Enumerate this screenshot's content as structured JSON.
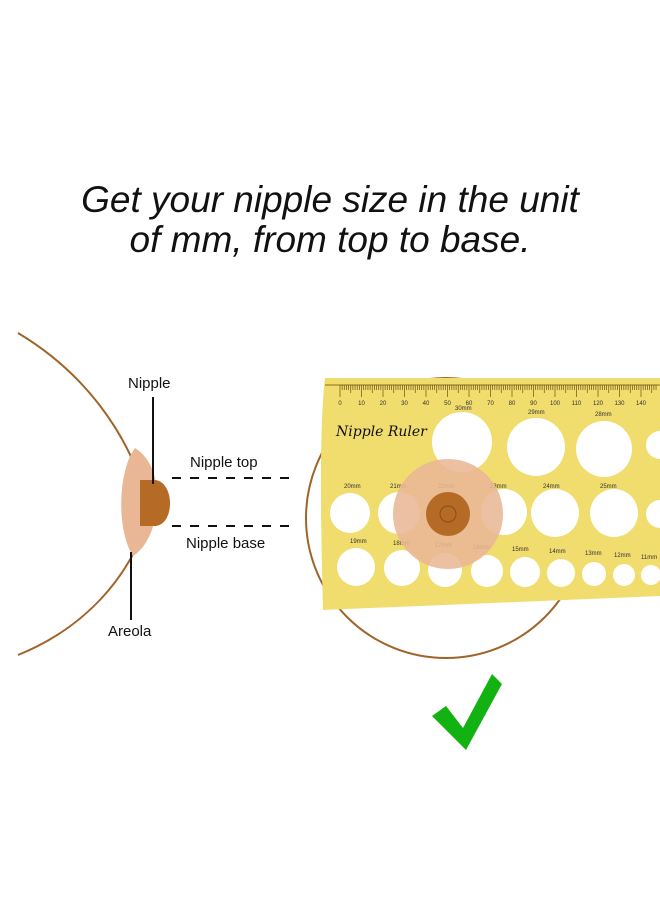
{
  "headline": {
    "line1": "Get your nipple size in the unit",
    "line2": "of mm, from top to base."
  },
  "labels": {
    "nipple": "Nipple",
    "areola": "Areola",
    "nipple_top": "Nipple top",
    "nipple_base": "Nipple base"
  },
  "ruler": {
    "title": "Nipple Ruler",
    "scale_ticks": [
      "0",
      "10",
      "20",
      "30",
      "40",
      "50",
      "60",
      "70",
      "80",
      "90",
      "100",
      "110",
      "120",
      "130",
      "140"
    ],
    "hole_labels": [
      "30mm",
      "29mm",
      "28mm",
      "20mm",
      "21mm",
      "22mm",
      "23mm",
      "24mm",
      "25mm",
      "19mm",
      "18mm",
      "17mm",
      "16mm",
      "15mm",
      "14mm",
      "13mm",
      "12mm",
      "11mm"
    ]
  },
  "icons": {
    "confirm": "checkmark-icon"
  },
  "colors": {
    "ruler": "#f1dc6e",
    "outline": "#a0642a",
    "areola": "#e9b796",
    "nipple": "#b56a25",
    "check": "#12b212"
  }
}
